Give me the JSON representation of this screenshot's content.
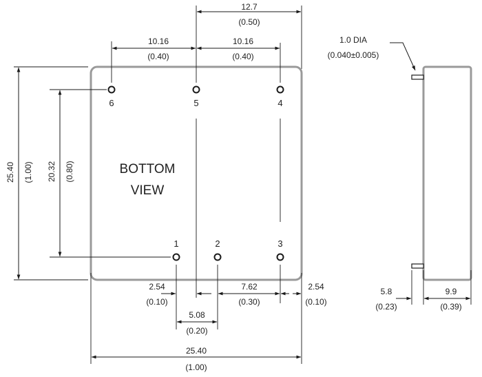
{
  "view_label": {
    "line1": "BOTTOM",
    "line2": "VIEW"
  },
  "pins": [
    "1",
    "2",
    "3",
    "4",
    "5",
    "6"
  ],
  "dimensions": {
    "d_127": {
      "mm": "12.7",
      "in": "(0.50)"
    },
    "d_1016a": {
      "mm": "10.16",
      "in": "(0.40)"
    },
    "d_1016b": {
      "mm": "10.16",
      "in": "(0.40)"
    },
    "d_2540v": {
      "mm": "25.40",
      "in": "(1.00)"
    },
    "d_2032": {
      "mm": "20.32",
      "in": "(0.80)"
    },
    "d_254a": {
      "mm": "2.54",
      "in": "(0.10)"
    },
    "d_762": {
      "mm": "7.62",
      "in": "(0.30)"
    },
    "d_254b": {
      "mm": "2.54",
      "in": "(0.10)"
    },
    "d_508": {
      "mm": "5.08",
      "in": "(0.20)"
    },
    "d_2540h": {
      "mm": "25.40",
      "in": "(1.00)"
    },
    "d_dia": {
      "mm": "1.0 DIA",
      "in": "(0.040±0.005)"
    },
    "d_58": {
      "mm": "5.8",
      "in": "(0.23)"
    },
    "d_99": {
      "mm": "9.9",
      "in": "(0.39)"
    }
  },
  "colors": {
    "line": "#1a1a1a",
    "body_fill": "#ffffff",
    "body_edge": "#9a9a9a"
  }
}
